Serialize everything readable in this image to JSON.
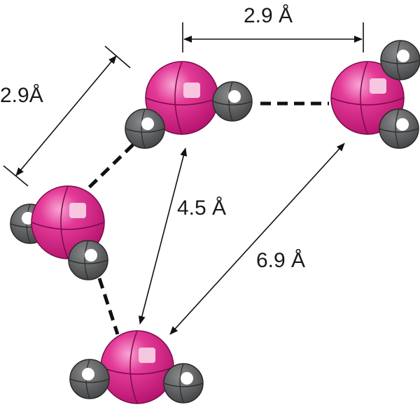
{
  "diagram": {
    "distance_labels": {
      "top": "2.9 Å",
      "left": "2.9Å",
      "middle": "4.5 Å",
      "right": "6.9 Å"
    },
    "colors": {
      "oxygen": "#e0298c",
      "hydrogen": "#5f6061",
      "hydrogen_bond": "#111111",
      "arrow": "#111111"
    },
    "molecules": [
      {
        "name": "water-molecule-top-left",
        "atoms": [
          "O",
          "H",
          "H"
        ]
      },
      {
        "name": "water-molecule-top-right",
        "atoms": [
          "O",
          "H",
          "H"
        ]
      },
      {
        "name": "water-molecule-left",
        "atoms": [
          "O",
          "H",
          "H"
        ]
      },
      {
        "name": "water-molecule-bottom",
        "atoms": [
          "O",
          "H",
          "H"
        ]
      }
    ]
  }
}
